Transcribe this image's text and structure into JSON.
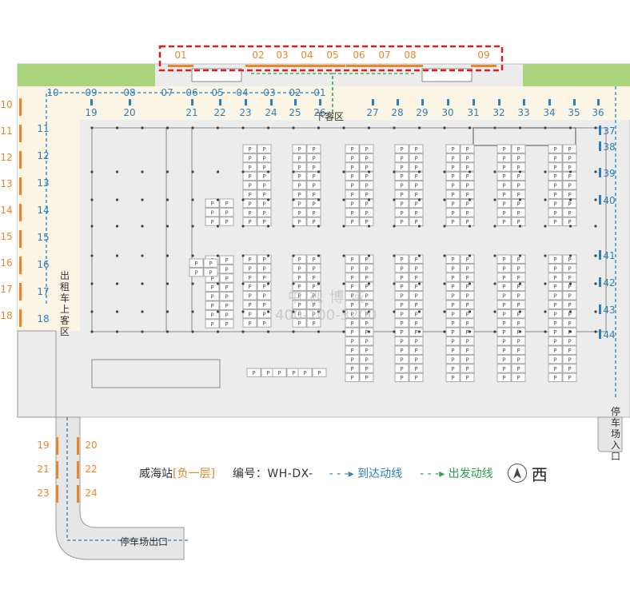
{
  "legend": {
    "station": "威海站",
    "floor": "[负一层]",
    "code_label": "编号：WH-DX-",
    "arrive_line": "- - -▸ 到达动线",
    "depart_line": "- - -▸ 出发动线",
    "compass_icon": "compass-icon",
    "direction": "西"
  },
  "labels": {
    "dropoff": "下客区",
    "taxi_pickup": "出租车上客区",
    "parking_entrance": "停车场入口",
    "parking_exit": "停车场出口",
    "watermark_top": "中视博域",
    "watermark_phone": "400-100-3200"
  },
  "top_orange": [
    "01",
    "02",
    "03",
    "04",
    "05",
    "06",
    "07",
    "08",
    "09"
  ],
  "top_row": [
    "10",
    "09",
    "08",
    "07",
    "06",
    "05",
    "04",
    "03",
    "02",
    "01"
  ],
  "blue_row2": [
    "19",
    "20",
    "21",
    "22",
    "23",
    "24",
    "25",
    "26",
    "27",
    "28",
    "29",
    "30",
    "31",
    "32",
    "33",
    "34",
    "35",
    "36"
  ],
  "left_orange": [
    "10",
    "11",
    "12",
    "13",
    "14",
    "15",
    "16",
    "17",
    "18"
  ],
  "left_blue": [
    "11",
    "12",
    "13",
    "14",
    "15",
    "16",
    "17",
    "18"
  ],
  "right_blue": [
    "37",
    "38",
    "39",
    "40",
    "41",
    "42",
    "43",
    "44"
  ],
  "bottom_orange_left": [
    "19",
    "21",
    "23"
  ],
  "bottom_orange_right": [
    "20",
    "22",
    "24"
  ],
  "parking_letter": "P",
  "colors": {
    "orange": "#e8862a",
    "blue": "#2e7fb8",
    "green": "#2e9a4a",
    "grass": "#a9d47d",
    "highlight": "#e01b1b"
  }
}
